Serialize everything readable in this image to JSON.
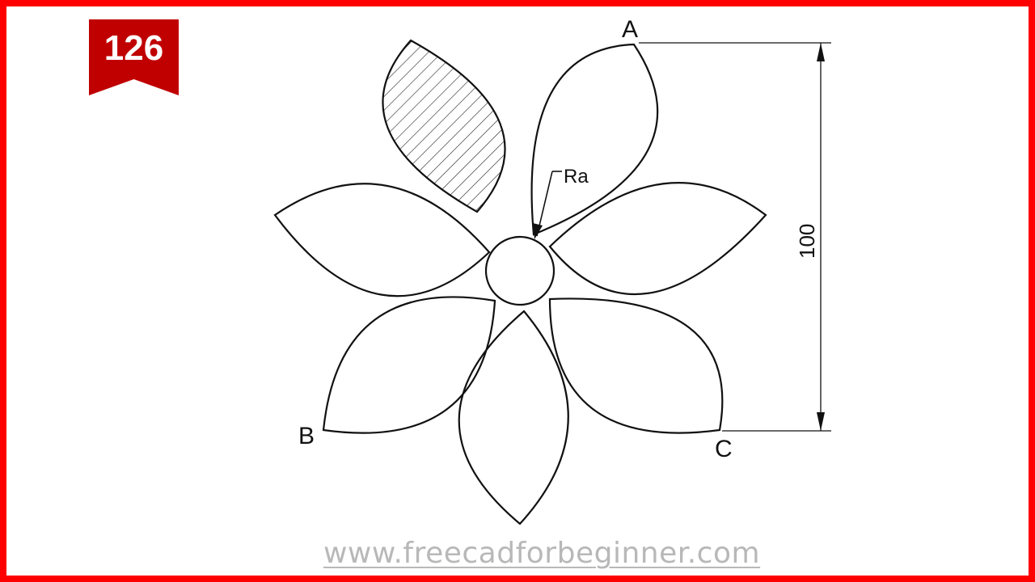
{
  "badge": {
    "number": "126",
    "color": "#c00000"
  },
  "frame": {
    "border_color": "#ff0000"
  },
  "labels": {
    "point_a": "A",
    "point_b": "B",
    "point_c": "C",
    "radius": "Ra",
    "dimension": "100"
  },
  "footer": {
    "website": "www.freecadforbeginner.com"
  },
  "figure": {
    "petal_count": 7,
    "hatched_petals": 1
  }
}
